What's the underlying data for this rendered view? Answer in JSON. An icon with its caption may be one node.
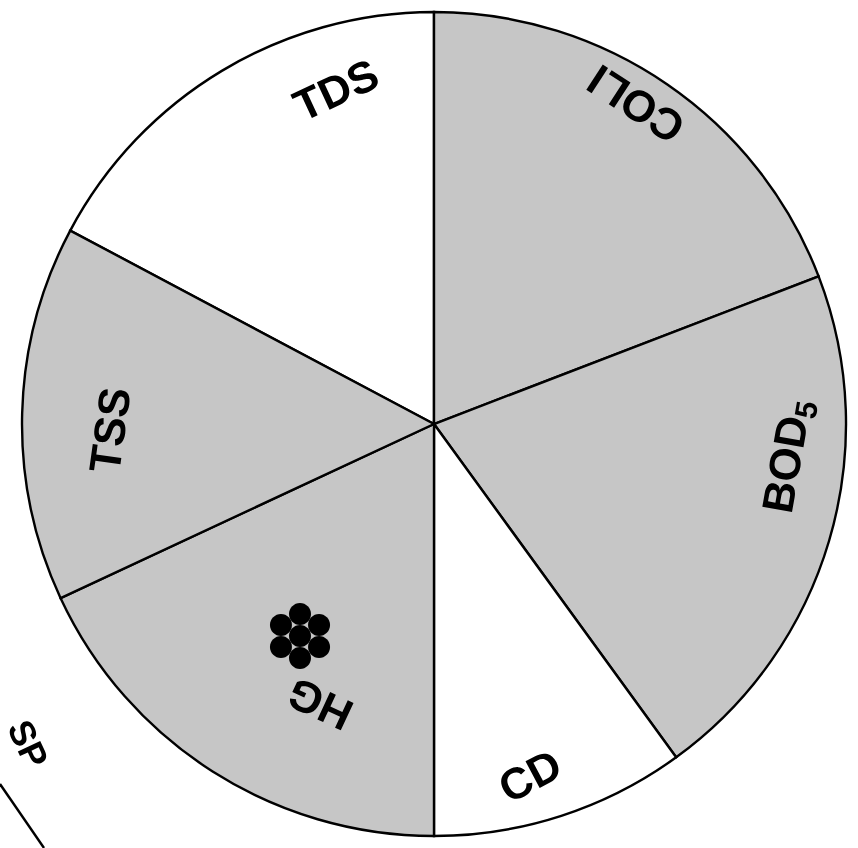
{
  "diagram": {
    "nodes": [
      {
        "text": [
          "TDS"
        ]
      },
      {
        "text": [
          "COLI"
        ]
      },
      {
        "text": [
          "BOD$_{5}$"
        ]
      },
      {
        "text": [
          "CD"
        ]
      },
      {
        "text": [
          "HG"
        ]
      },
      {
        "text": [
          "TSS"
        ]
      }
    ],
    "labels": [
      "SP"
    ]
  }
}
